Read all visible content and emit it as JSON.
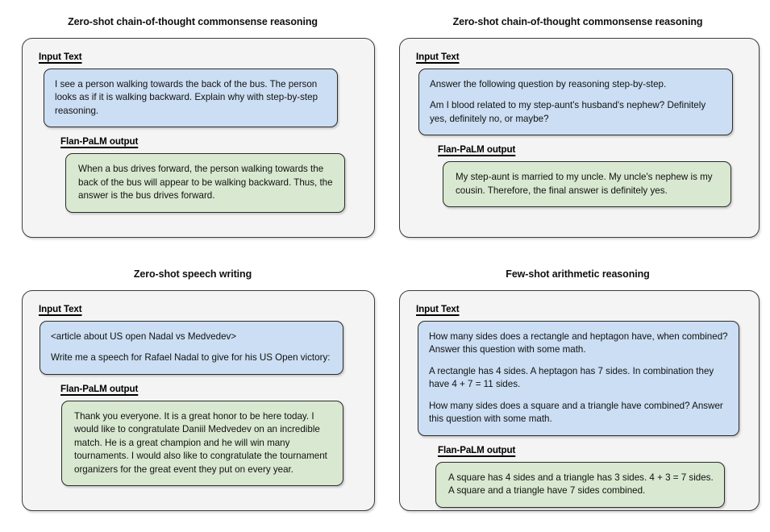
{
  "labels": {
    "input": "Input Text",
    "output": "Flan-PaLM output"
  },
  "colors": {
    "page_background": "#ffffff",
    "panel_background": "#f4f4f4",
    "panel_border": "#3d3d3d",
    "input_bubble": "#cbdef3",
    "output_bubble": "#d9e8d0",
    "bubble_border": "#2b2b2b",
    "text": "#111111"
  },
  "panels": [
    {
      "id": "top-left",
      "title": "Zero-shot chain-of-thought commonsense reasoning",
      "input_paragraphs": [
        "I see a person walking towards the back of the bus. The person looks as if it is walking backward. Explain why with step-by-step reasoning."
      ],
      "output_paragraphs": [
        "When a bus drives forward, the person walking towards the back of the bus will appear to be walking backward. Thus, the answer is the bus drives forward."
      ]
    },
    {
      "id": "top-right",
      "title": "Zero-shot chain-of-thought commonsense reasoning",
      "input_paragraphs": [
        "Answer the following question by reasoning step-by-step.",
        "Am I blood related to my step-aunt's husband's nephew? Definitely yes, definitely no, or maybe?"
      ],
      "output_paragraphs": [
        "My step-aunt is married to my uncle. My uncle's nephew is my cousin. Therefore, the final answer is definitely yes."
      ]
    },
    {
      "id": "bottom-left",
      "title": "Zero-shot speech writing",
      "input_paragraphs": [
        "<article about US open Nadal vs Medvedev>",
        "Write me a speech for Rafael Nadal to give for his US Open victory:"
      ],
      "output_paragraphs": [
        "Thank you everyone. It is a great honor to be here today. I would like to congratulate Daniil Medvedev on an incredible match. He is a great champion and he will win many tournaments. I would also like to congratulate the tournament organizers for the great event they put on every year."
      ]
    },
    {
      "id": "bottom-right",
      "title": "Few-shot arithmetic reasoning",
      "input_paragraphs": [
        "How many sides does a rectangle and heptagon have, when combined? Answer this question with some math.",
        "A rectangle has 4 sides. A heptagon has 7 sides. In combination they have 4 + 7 = 11 sides.",
        "How many sides does a square and a triangle have combined? Answer this question with some math."
      ],
      "output_paragraphs": [
        "A square has 4 sides and a triangle has 3 sides. 4 + 3 = 7 sides. A square and a triangle have 7 sides combined."
      ]
    }
  ]
}
